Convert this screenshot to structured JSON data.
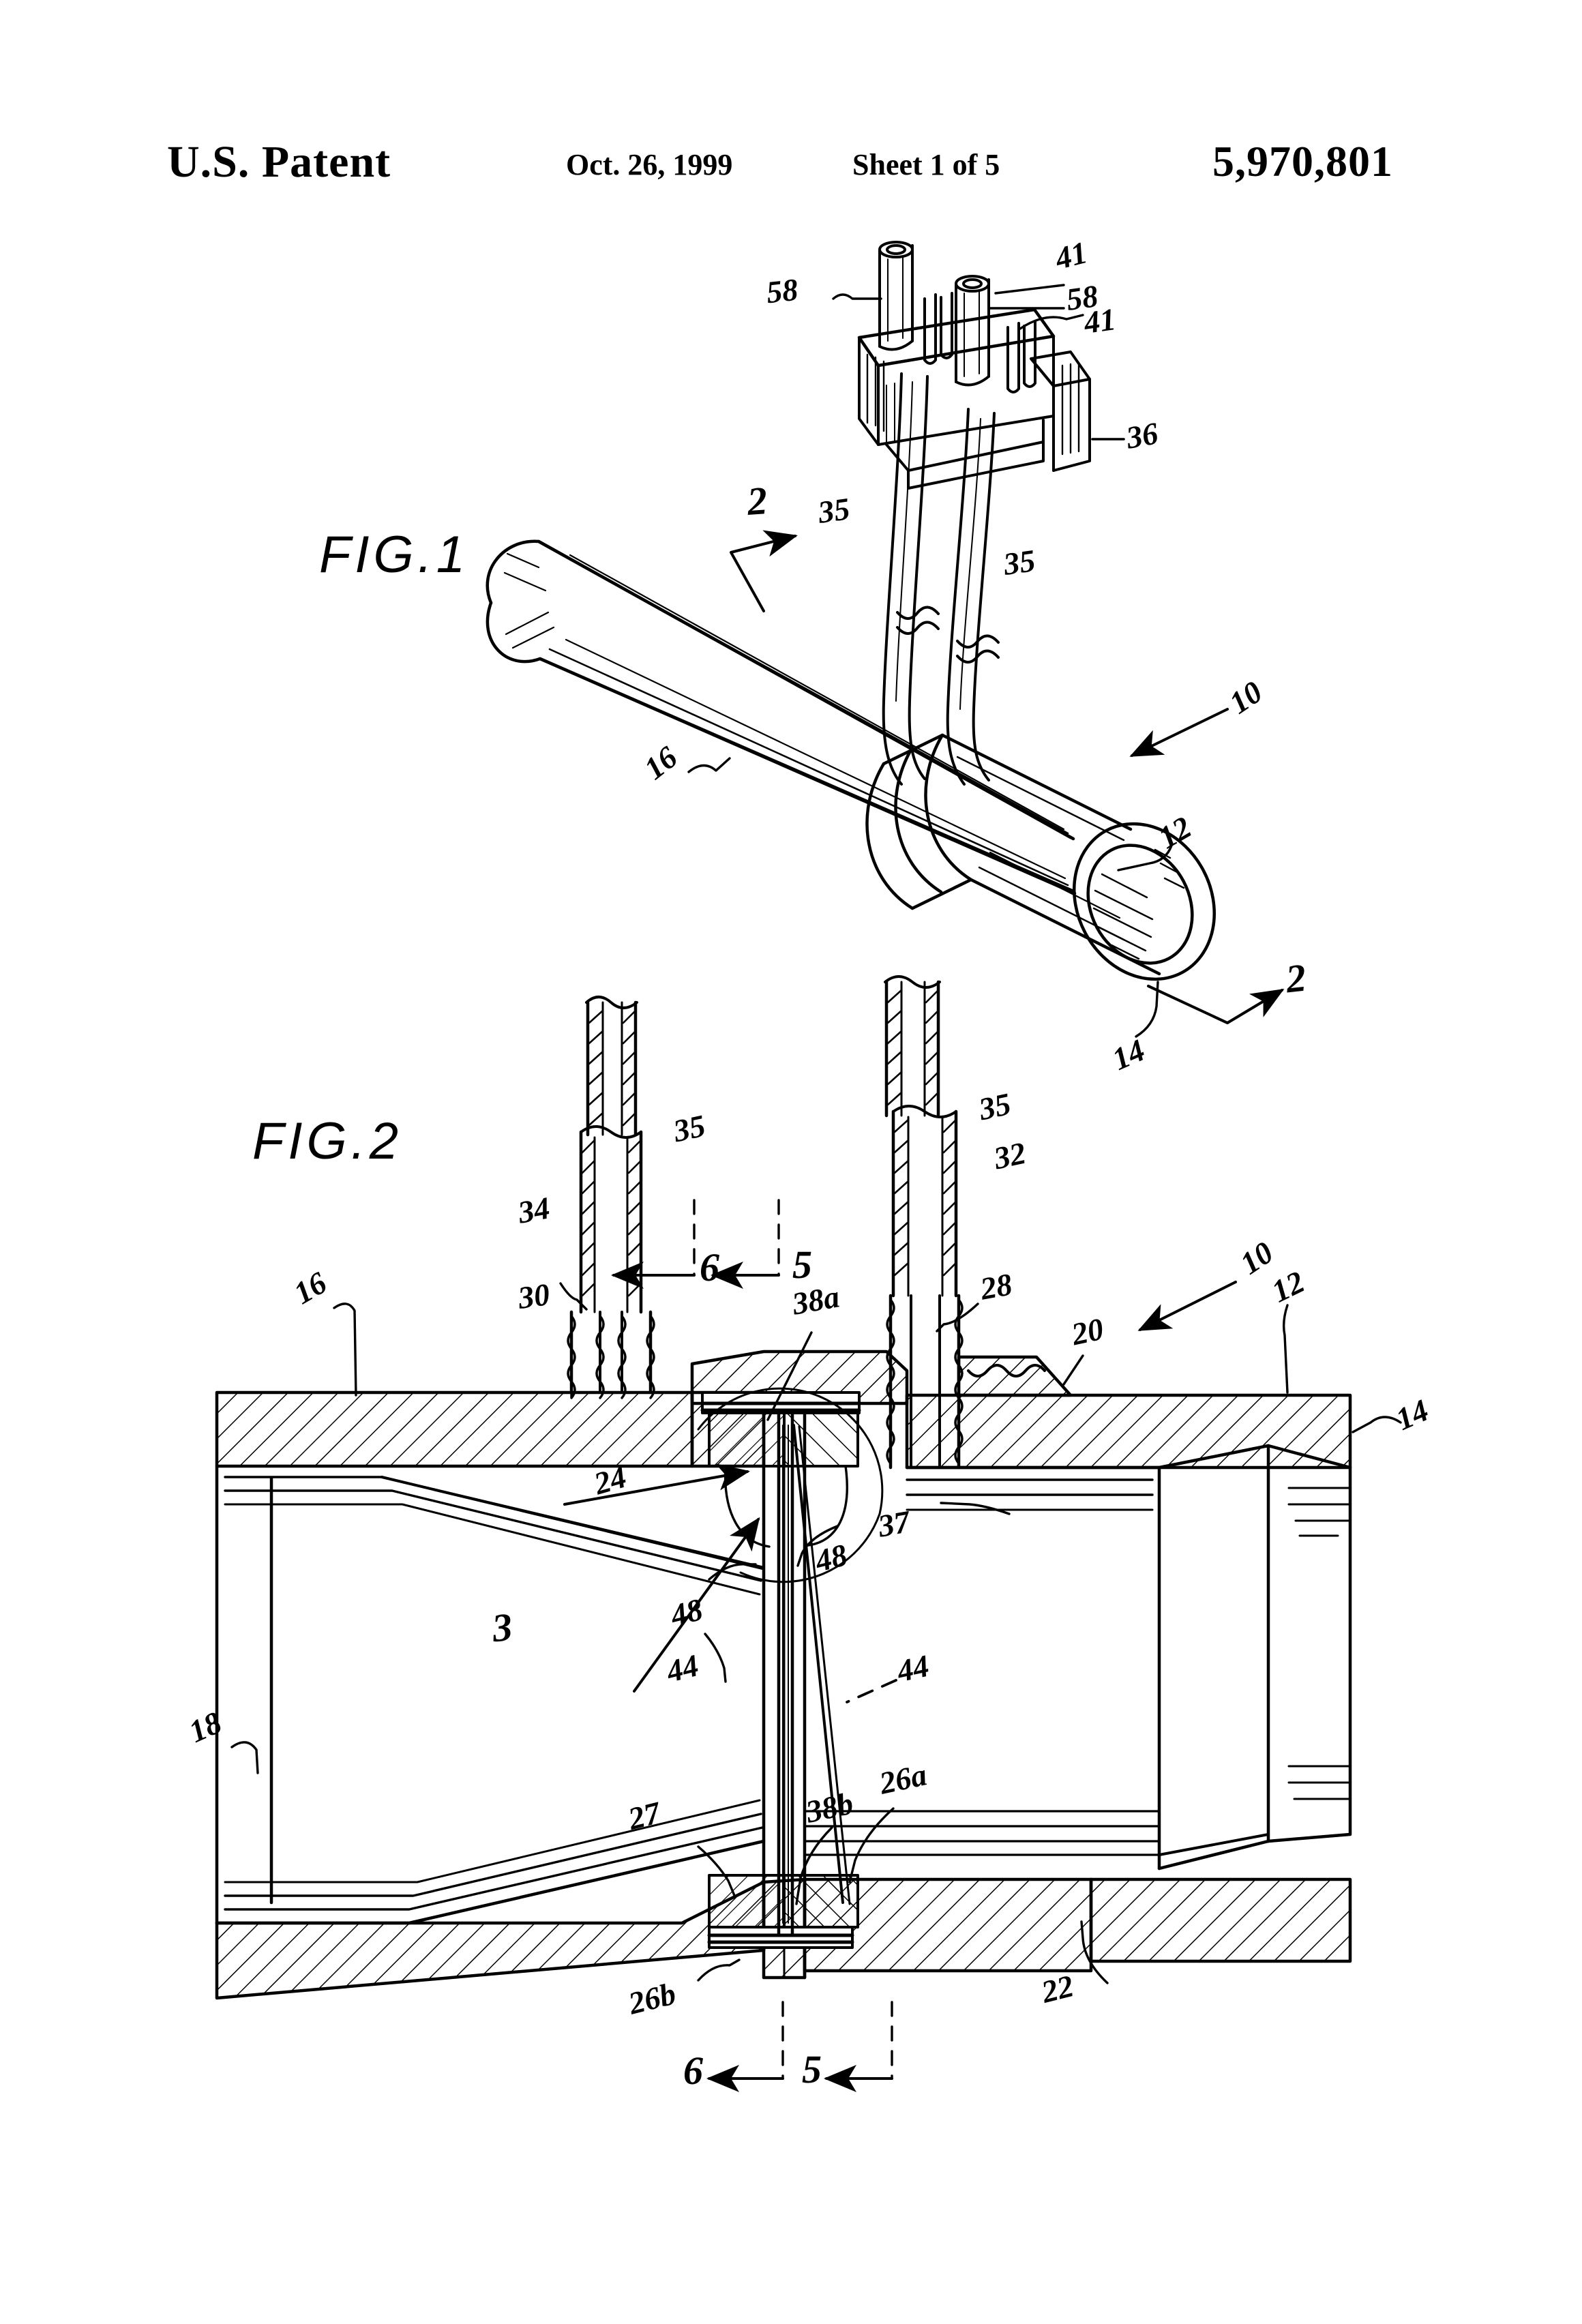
{
  "header": {
    "title": "U.S. Patent",
    "date": "Oct. 26, 1999",
    "sheet": "Sheet 1 of 5",
    "patent_number": "5,970,801"
  },
  "figures": [
    {
      "caption": "FIG.1"
    },
    {
      "caption": "FIG.2"
    }
  ],
  "fig1": {
    "caption": "FIG.1",
    "labels": [
      {
        "id": "f1-58a",
        "text": "58"
      },
      {
        "id": "f1-41a",
        "text": "41"
      },
      {
        "id": "f1-58b",
        "text": "58"
      },
      {
        "id": "f1-41b",
        "text": "41"
      },
      {
        "id": "f1-36",
        "text": "36"
      },
      {
        "id": "f1-2top",
        "text": "2"
      },
      {
        "id": "f1-35a",
        "text": "35"
      },
      {
        "id": "f1-35b",
        "text": "35"
      },
      {
        "id": "f1-16",
        "text": "16"
      },
      {
        "id": "f1-10",
        "text": "10"
      },
      {
        "id": "f1-12",
        "text": "12"
      },
      {
        "id": "f1-14",
        "text": "14"
      },
      {
        "id": "f1-2bot",
        "text": "2"
      }
    ]
  },
  "fig2": {
    "caption": "FIG.2",
    "labels": [
      {
        "id": "f2-35a",
        "text": "35"
      },
      {
        "id": "f2-35b",
        "text": "35"
      },
      {
        "id": "f2-34",
        "text": "34"
      },
      {
        "id": "f2-32",
        "text": "32"
      },
      {
        "id": "f2-6top",
        "text": "6"
      },
      {
        "id": "f2-5top",
        "text": "5"
      },
      {
        "id": "f2-16",
        "text": "16"
      },
      {
        "id": "f2-30",
        "text": "30"
      },
      {
        "id": "f2-38a",
        "text": "38a"
      },
      {
        "id": "f2-28",
        "text": "28"
      },
      {
        "id": "f2-20",
        "text": "20"
      },
      {
        "id": "f2-10",
        "text": "10"
      },
      {
        "id": "f2-12",
        "text": "12"
      },
      {
        "id": "f2-14",
        "text": "14"
      },
      {
        "id": "f2-24",
        "text": "24"
      },
      {
        "id": "f2-37",
        "text": "37"
      },
      {
        "id": "f2-48a",
        "text": "48"
      },
      {
        "id": "f2-48b",
        "text": "48"
      },
      {
        "id": "f2-3",
        "text": "3"
      },
      {
        "id": "f2-44a",
        "text": "44"
      },
      {
        "id": "f2-44b",
        "text": "44"
      },
      {
        "id": "f2-18",
        "text": "18"
      },
      {
        "id": "f2-26a",
        "text": "26a"
      },
      {
        "id": "f2-38b",
        "text": "38b"
      },
      {
        "id": "f2-27",
        "text": "27"
      },
      {
        "id": "f2-26b",
        "text": "26b"
      },
      {
        "id": "f2-22",
        "text": "22"
      },
      {
        "id": "f2-6bot",
        "text": "6"
      },
      {
        "id": "f2-5bot",
        "text": "5"
      }
    ]
  },
  "colors": {
    "ink": "#000000",
    "paper": "#ffffff"
  }
}
